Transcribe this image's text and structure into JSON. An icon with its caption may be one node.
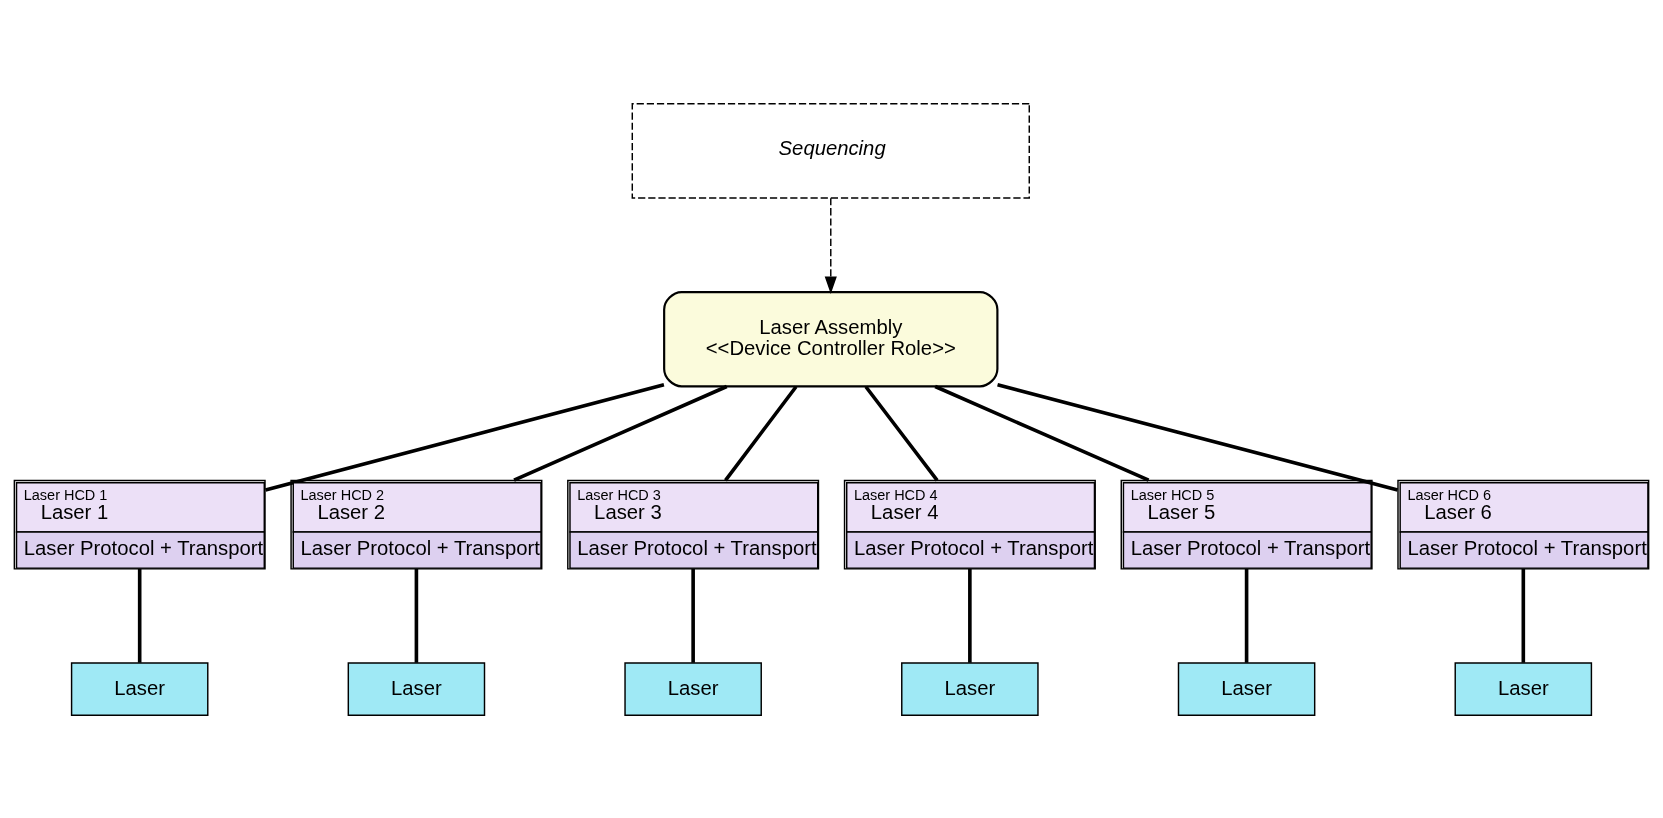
{
  "diagram": {
    "nodes": [
      {
        "text": [
          "Sequencing"
        ]
      },
      {
        "text": [
          "Laser Assembly",
          "<<Device Controller Role>>"
        ]
      },
      {
        "text": [
          "Laser HCD 1",
          "Laser 1",
          "Laser Protocol + Transport"
        ]
      },
      {
        "text": [
          "Laser HCD 2",
          "Laser 2",
          "Laser Protocol + Transport"
        ]
      },
      {
        "text": [
          "Laser HCD 3",
          "Laser 3",
          "Laser Protocol + Transport"
        ]
      },
      {
        "text": [
          "Laser HCD 4",
          "Laser 4",
          "Laser Protocol + Transport"
        ]
      },
      {
        "text": [
          "Laser HCD 5",
          "Laser 5",
          "Laser Protocol + Transport"
        ]
      },
      {
        "text": [
          "Laser HCD 6",
          "Laser 6",
          "Laser Protocol + Transport"
        ]
      },
      {
        "text": [
          "Laser"
        ]
      },
      {
        "text": [
          "Laser"
        ]
      },
      {
        "text": [
          "Laser"
        ]
      },
      {
        "text": [
          "Laser"
        ]
      },
      {
        "text": [
          "Laser"
        ]
      },
      {
        "text": [
          "Laser"
        ]
      }
    ],
    "edges": [
      {
        "from": 0,
        "to": 1,
        "arrow": "to",
        "style": "dashed"
      },
      {
        "from": 1,
        "to": 2,
        "arrow": "none"
      },
      {
        "from": 1,
        "to": 3,
        "arrow": "none"
      },
      {
        "from": 1,
        "to": 4,
        "arrow": "none"
      },
      {
        "from": 1,
        "to": 5,
        "arrow": "none"
      },
      {
        "from": 1,
        "to": 6,
        "arrow": "none"
      },
      {
        "from": 1,
        "to": 7,
        "arrow": "none"
      },
      {
        "from": 2,
        "to": 8,
        "arrow": "none"
      },
      {
        "from": 3,
        "to": 9,
        "arrow": "none"
      },
      {
        "from": 4,
        "to": 10,
        "arrow": "none"
      },
      {
        "from": 5,
        "to": 11,
        "arrow": "none"
      },
      {
        "from": 6,
        "to": 12,
        "arrow": "none"
      },
      {
        "from": 7,
        "to": 13,
        "arrow": "none"
      }
    ]
  }
}
